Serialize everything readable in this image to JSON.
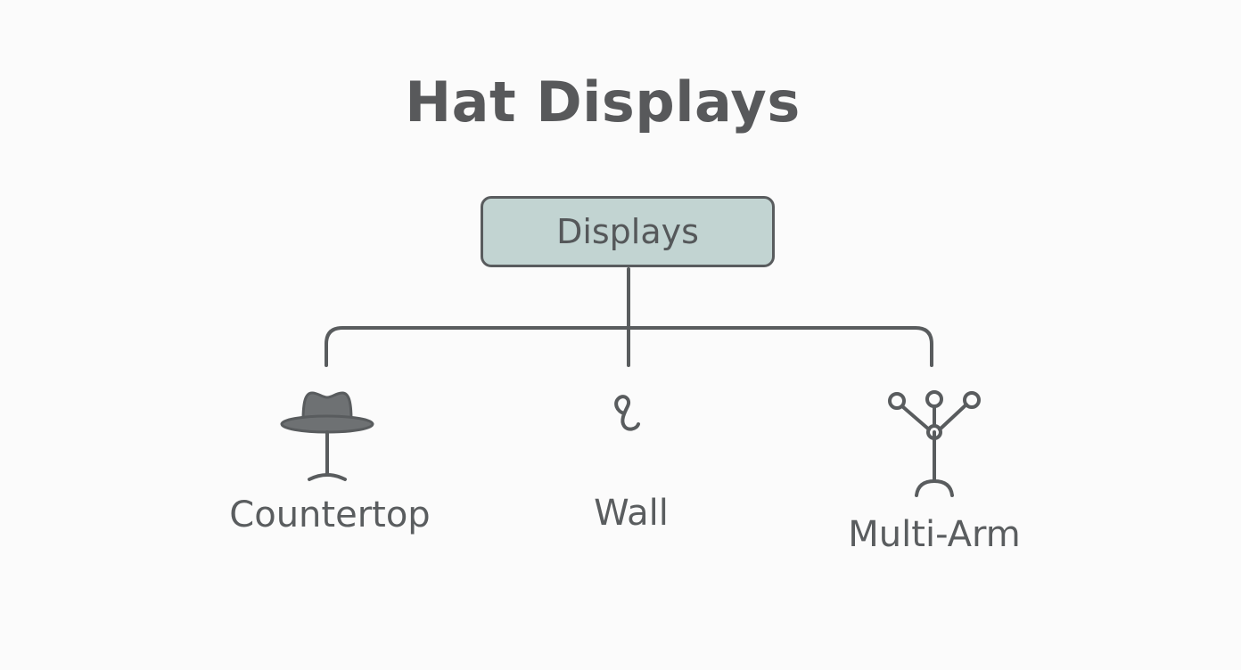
{
  "diagram": {
    "title": "Hat Displays",
    "root": {
      "label": "Displays"
    },
    "children": [
      {
        "label": "Countertop",
        "icon": "hat-on-stand-icon"
      },
      {
        "label": "Wall",
        "icon": "wall-hook-icon"
      },
      {
        "label": "Multi-Arm",
        "icon": "multi-arm-rack-icon"
      }
    ],
    "colors": {
      "node_fill": "#c2d4d2",
      "stroke": "#595c5e",
      "text": "#58595b",
      "background": "#fbfbfb"
    }
  }
}
